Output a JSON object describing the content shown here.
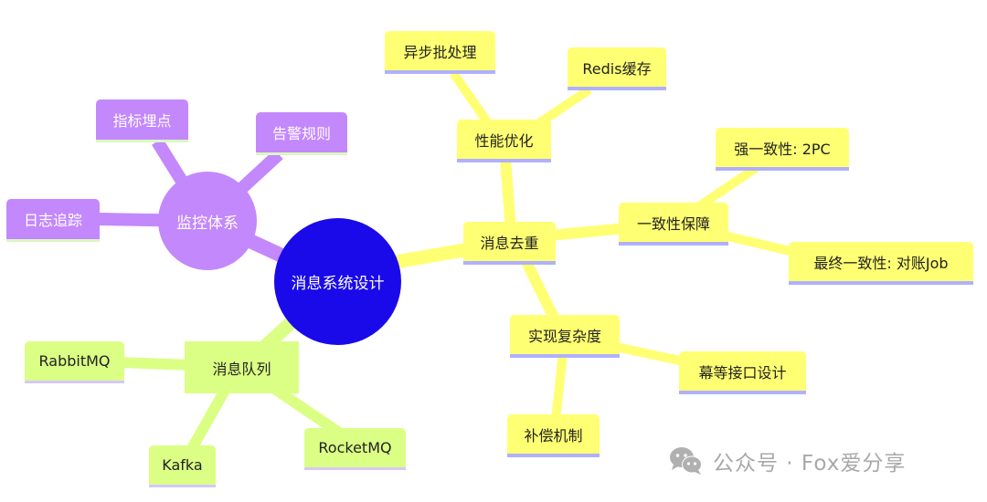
{
  "diagram": {
    "type": "mindmap",
    "root": {
      "label": "消息系统设计",
      "color": "#1a0aea"
    },
    "colors": {
      "purple_branch": "#c388fc",
      "yellow_branch": "#ffff73",
      "green_branch": "#dbff85",
      "yellow_underline": "#b0b0ff",
      "purple_underline": "#dcf7c0",
      "green_underline": "#d4c8ff"
    },
    "branches": {
      "monitoring": {
        "label": "监控体系",
        "children": [
          "指标埋点",
          "告警规则",
          "日志追踪"
        ]
      },
      "dedup": {
        "label": "消息去重",
        "children": {
          "performance": {
            "label": "性能优化",
            "children": [
              "异步批处理",
              "Redis缓存"
            ]
          },
          "consistency": {
            "label": "一致性保障",
            "children": [
              "强一致性: 2PC",
              "最终一致性: 对账Job"
            ]
          },
          "complexity": {
            "label": "实现复杂度",
            "children": [
              "幕等接口设计",
              "补偿机制"
            ]
          }
        }
      },
      "queue": {
        "label": "消息队列",
        "children": [
          "RabbitMQ",
          "Kafka",
          "RocketMQ"
        ]
      }
    }
  },
  "watermark": {
    "text": "公众号 · Fox爱分享",
    "icon": "wechat-icon"
  }
}
